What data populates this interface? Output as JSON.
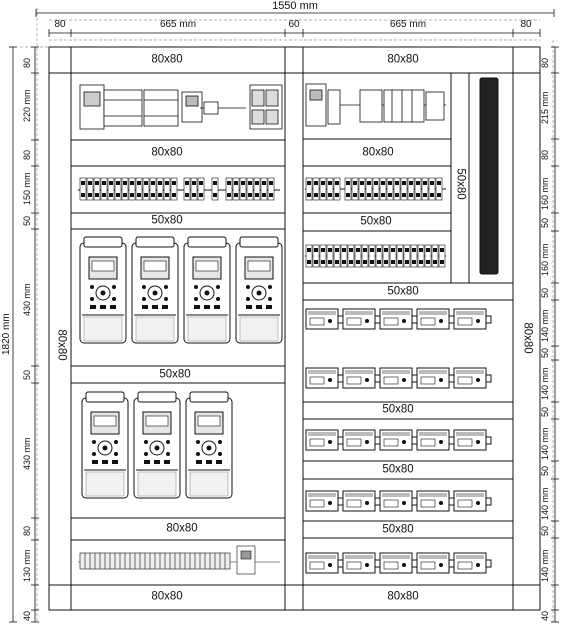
{
  "top_dims": {
    "total": "1550 mm",
    "left_margin": "80",
    "left_width": "665 mm",
    "center_gap": "60",
    "right_width": "665 mm",
    "right_margin": "80"
  },
  "left_dims": {
    "total": "1820 mm",
    "rows": [
      "80",
      "220 mm",
      "80",
      "150 mm",
      "50",
      "430 mm",
      "50",
      "430 mm",
      "80",
      "130 mm",
      "40"
    ]
  },
  "right_dims": {
    "rows": [
      "80",
      "215 mm",
      "80",
      "160 mm",
      "50",
      "160 mm",
      "50",
      "140 mm",
      "50",
      "140 mm",
      "50",
      "140 mm",
      "50",
      "140 mm",
      "50",
      "140 mm",
      "40"
    ]
  },
  "ducts": {
    "left_top": "80x80",
    "left_row1": "80x80",
    "left_row2": "50x80",
    "left_row3": "50x80",
    "left_row4": "80x80",
    "left_bottom": "80x80",
    "left_vertical": "80x80",
    "right_top": "80x80",
    "right_row1": "80x80",
    "right_row2": "50x80",
    "right_row3": "50x80",
    "right_row4": "50x80",
    "right_row5": "50x80",
    "right_row6": "50x80",
    "right_bottom": "80x80",
    "right_vertical_inner": "50x80",
    "right_vertical_outer": "80x80"
  }
}
